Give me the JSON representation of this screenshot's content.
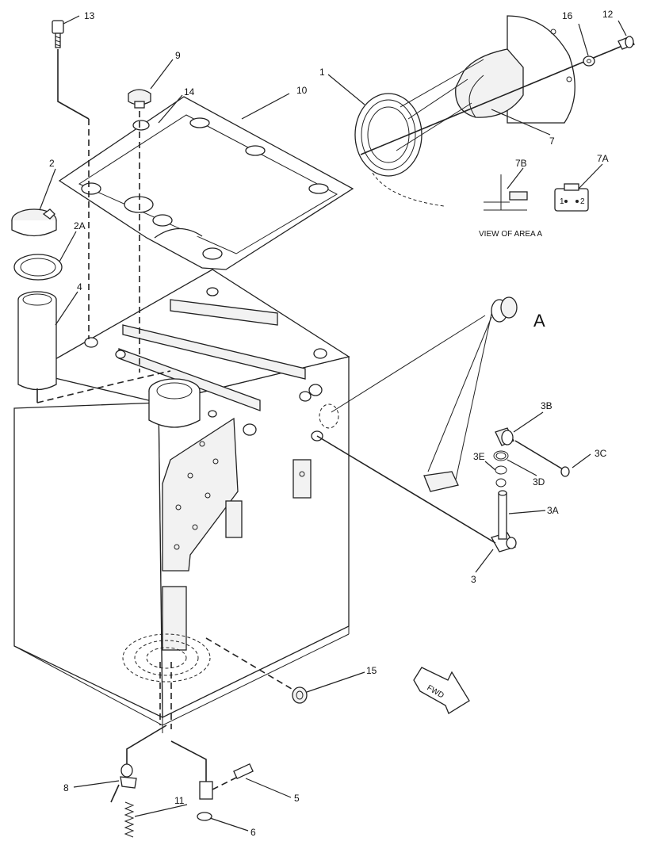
{
  "callouts": {
    "c1": "1",
    "c2": "2",
    "c2a": "2A",
    "c3": "3",
    "c3a": "3A",
    "c3b": "3B",
    "c3c": "3C",
    "c3d": "3D",
    "c3e": "3E",
    "c4": "4",
    "c5": "5",
    "c6": "6",
    "c7": "7",
    "c7a": "7A",
    "c7b": "7B",
    "c8": "8",
    "c9": "9",
    "c10": "10",
    "c11": "11",
    "c12": "12",
    "c13": "13",
    "c14": "14",
    "c15": "15",
    "c16": "16"
  },
  "area_marker": "A",
  "view_caption": "VIEW OF AREA A",
  "direction_arrow": "FWD",
  "connector_pins": [
    "1",
    "2"
  ]
}
